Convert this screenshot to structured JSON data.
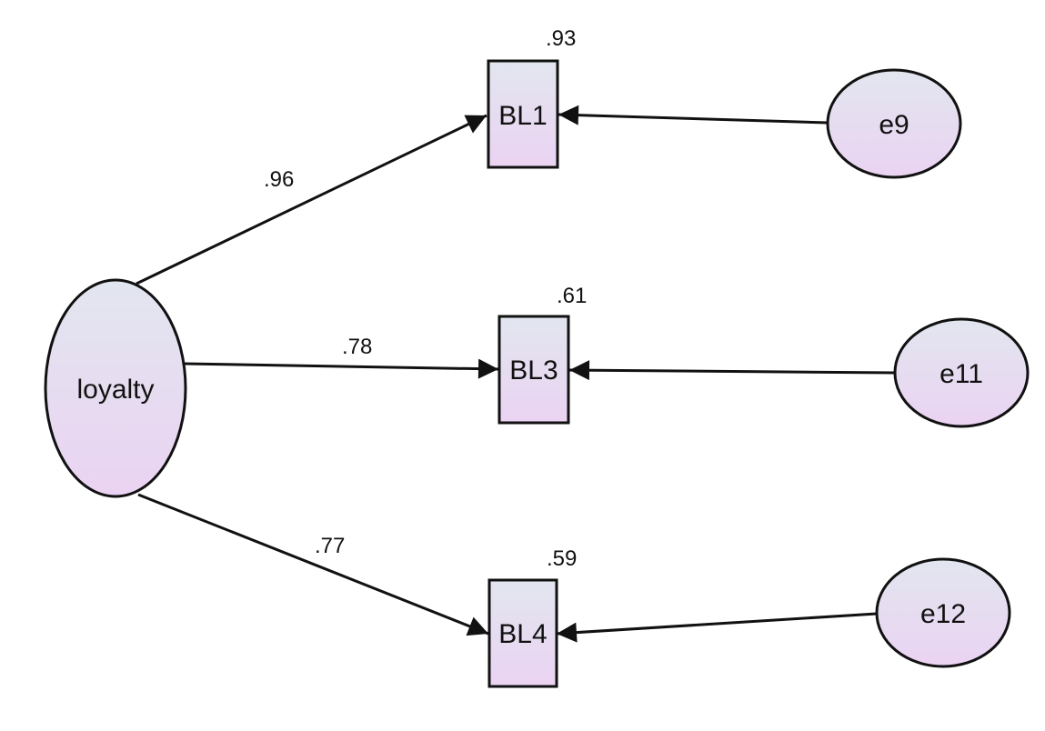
{
  "colors": {
    "fill_top": "#e2e6ef",
    "fill_bottom": "#ead3f2",
    "stroke": "#111111"
  },
  "nodes": {
    "latent": {
      "label": "loyalty"
    },
    "observed": [
      {
        "label": "BL1",
        "r2": ".93"
      },
      {
        "label": "BL3",
        "r2": ".61"
      },
      {
        "label": "BL4",
        "r2": ".59"
      }
    ],
    "errors": [
      {
        "label": "e9"
      },
      {
        "label": "e11"
      },
      {
        "label": "e12"
      }
    ]
  },
  "paths": [
    {
      "from": "loyalty",
      "to": "BL1",
      "loading": ".96"
    },
    {
      "from": "loyalty",
      "to": "BL3",
      "loading": ".78"
    },
    {
      "from": "loyalty",
      "to": "BL4",
      "loading": ".77"
    }
  ]
}
